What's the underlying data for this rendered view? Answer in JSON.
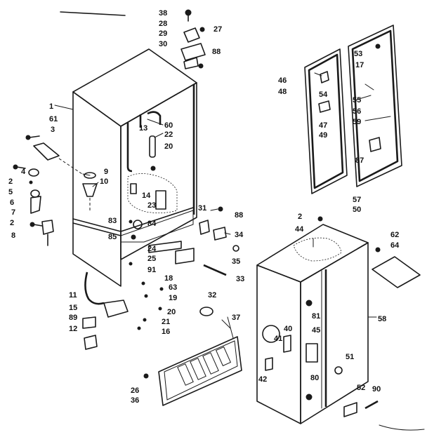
{
  "callouts": [
    {
      "id": "c38",
      "text": "38"
    },
    {
      "id": "c28",
      "text": "28"
    },
    {
      "id": "c27",
      "text": "27"
    },
    {
      "id": "c29",
      "text": "29"
    },
    {
      "id": "c30",
      "text": "30"
    },
    {
      "id": "c88a",
      "text": "88"
    },
    {
      "id": "c1",
      "text": "1"
    },
    {
      "id": "c60",
      "text": "60"
    },
    {
      "id": "c13",
      "text": "13"
    },
    {
      "id": "c22",
      "text": "22"
    },
    {
      "id": "c20a",
      "text": "20"
    },
    {
      "id": "c61",
      "text": "61"
    },
    {
      "id": "c3",
      "text": "3"
    },
    {
      "id": "c9",
      "text": "9"
    },
    {
      "id": "c10",
      "text": "10"
    },
    {
      "id": "c2a",
      "text": "2"
    },
    {
      "id": "c4",
      "text": "4"
    },
    {
      "id": "c5",
      "text": "5"
    },
    {
      "id": "c6",
      "text": "6"
    },
    {
      "id": "c7",
      "text": "7"
    },
    {
      "id": "c14",
      "text": "14"
    },
    {
      "id": "c23",
      "text": "23"
    },
    {
      "id": "c31",
      "text": "31"
    },
    {
      "id": "c88b",
      "text": "88"
    },
    {
      "id": "c83",
      "text": "83"
    },
    {
      "id": "c84",
      "text": "84"
    },
    {
      "id": "c34",
      "text": "34"
    },
    {
      "id": "c2b",
      "text": "2"
    },
    {
      "id": "c8",
      "text": "8"
    },
    {
      "id": "c85",
      "text": "85"
    },
    {
      "id": "c24",
      "text": "24"
    },
    {
      "id": "c25",
      "text": "25"
    },
    {
      "id": "c35",
      "text": "35"
    },
    {
      "id": "c91",
      "text": "91"
    },
    {
      "id": "c33",
      "text": "33"
    },
    {
      "id": "c18",
      "text": "18"
    },
    {
      "id": "c63",
      "text": "63"
    },
    {
      "id": "c11",
      "text": "11"
    },
    {
      "id": "c19",
      "text": "19"
    },
    {
      "id": "c15",
      "text": "15"
    },
    {
      "id": "c20b",
      "text": "20"
    },
    {
      "id": "c89",
      "text": "89"
    },
    {
      "id": "c21",
      "text": "21"
    },
    {
      "id": "c12",
      "text": "12"
    },
    {
      "id": "c16",
      "text": "16"
    },
    {
      "id": "c32",
      "text": "32"
    },
    {
      "id": "c37",
      "text": "37"
    },
    {
      "id": "c26",
      "text": "26"
    },
    {
      "id": "c36",
      "text": "36"
    },
    {
      "id": "c53",
      "text": "53"
    },
    {
      "id": "c17",
      "text": "17"
    },
    {
      "id": "c46",
      "text": "46"
    },
    {
      "id": "c48",
      "text": "48"
    },
    {
      "id": "c54",
      "text": "54"
    },
    {
      "id": "c55",
      "text": "55"
    },
    {
      "id": "c56",
      "text": "56"
    },
    {
      "id": "c47",
      "text": "47"
    },
    {
      "id": "c59",
      "text": "59"
    },
    {
      "id": "c49",
      "text": "49"
    },
    {
      "id": "c87",
      "text": "87"
    },
    {
      "id": "c57",
      "text": "57"
    },
    {
      "id": "c50",
      "text": "50"
    },
    {
      "id": "c2c",
      "text": "2"
    },
    {
      "id": "c44",
      "text": "44"
    },
    {
      "id": "c62",
      "text": "62"
    },
    {
      "id": "c64",
      "text": "64"
    },
    {
      "id": "c81",
      "text": "81"
    },
    {
      "id": "c58",
      "text": "58"
    },
    {
      "id": "c40",
      "text": "40"
    },
    {
      "id": "c45",
      "text": "45"
    },
    {
      "id": "c41",
      "text": "41"
    },
    {
      "id": "c51",
      "text": "51"
    },
    {
      "id": "c42",
      "text": "42"
    },
    {
      "id": "c80",
      "text": "80"
    },
    {
      "id": "c52",
      "text": "52"
    },
    {
      "id": "c90",
      "text": "90"
    }
  ]
}
